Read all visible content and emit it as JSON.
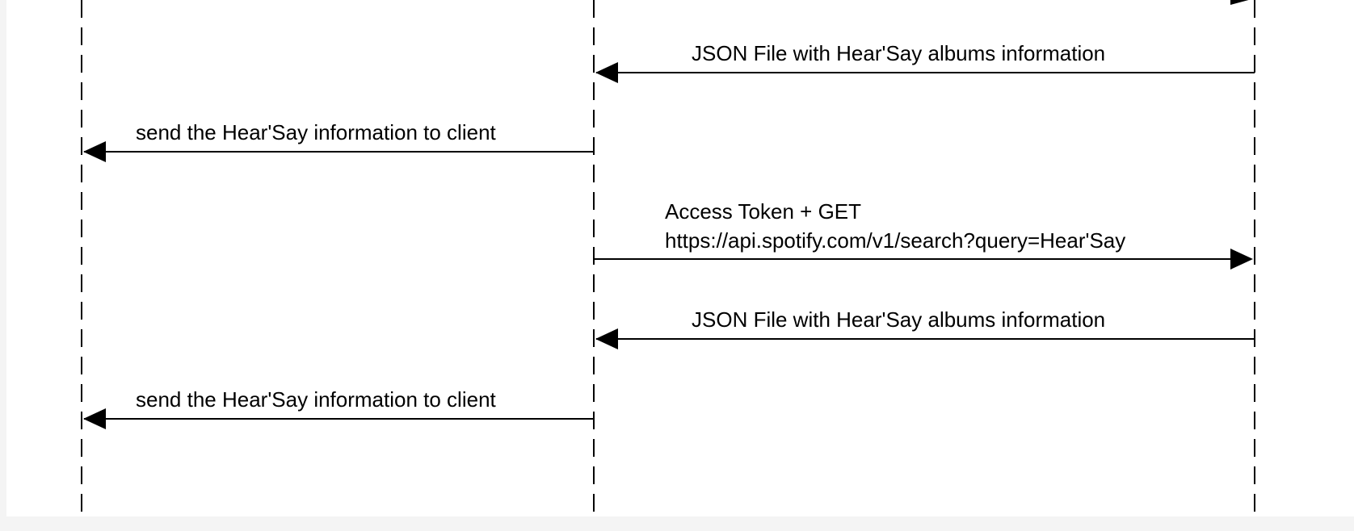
{
  "diagram": {
    "type": "sequence",
    "colors": {
      "background": "#ffffff",
      "surround": "#f4f4f4",
      "line": "#000000",
      "text": "#000000"
    },
    "messages": [
      {
        "label": "JSON File with Hear'Say albums information",
        "direction": "right-to-left"
      },
      {
        "label": "send the Hear'Say information to client",
        "direction": "right-to-left"
      },
      {
        "label_line1": "Access Token + GET",
        "label_line2": "https://api.spotify.com/v1/search?query=Hear'Say",
        "direction": "left-to-right"
      },
      {
        "label": "JSON File with Hear'Say albums information",
        "direction": "right-to-left"
      },
      {
        "label": "send the Hear'Say information to client",
        "direction": "right-to-left"
      }
    ]
  }
}
